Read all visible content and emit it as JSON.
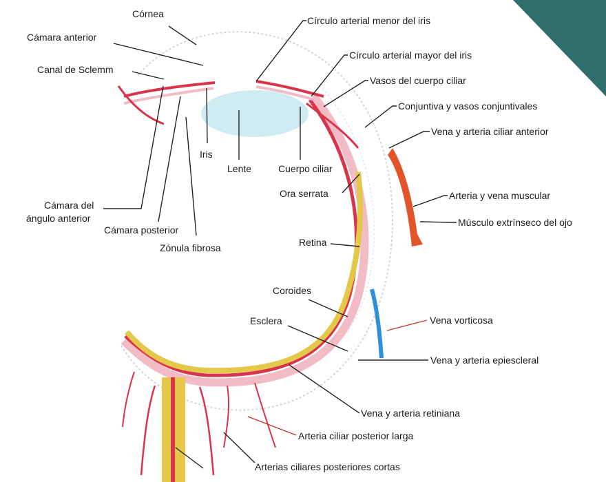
{
  "colors": {
    "background": "#ffffff",
    "corner_accent": "#2f6e6c",
    "vessel_red": "#d8344b",
    "retina_yellow": "#e3c84a",
    "vein_blue": "#2f8fd8",
    "muscle_orange": "#e2552a",
    "lens_cyan": "#bfe5ef"
  },
  "labels": {
    "cornea": "Córnea",
    "anterior_chamber": "Cámara anterior",
    "schlemm_canal": "Canal de Sclemm",
    "minor_arterial_circle": "Círculo arterial menor del iris",
    "major_arterial_circle": "Círculo arterial mayor del iris",
    "ciliary_body_vessels": "Vasos del cuerpo ciliar",
    "conjunctiva": "Conjuntiva y vasos conjuntivales",
    "anterior_ciliary": "Vena y arteria ciliar anterior",
    "iris": "Iris",
    "lens": "Lente",
    "ciliary_body": "Cuerpo ciliar",
    "ora_serrata": "Ora serrata",
    "muscular_artery": "Arteria y vena muscular",
    "extrinsic_muscle": "Músculo extrínseco del ojo",
    "anterior_angle_chamber_1": "Cámara del",
    "anterior_angle_chamber_2": "ángulo anterior",
    "posterior_chamber": "Cámara posterior",
    "zonule": "Zónula fibrosa",
    "retina": "Retina",
    "choroid": "Coroides",
    "sclera": "Esclera",
    "vortex_vein": "Vena vorticosa",
    "episcleral": "Vena y arteria epiescleral",
    "retinal_vessels": "Vena y arteria retiniana",
    "long_posterior_ciliary": "Arteria ciliar posterior larga",
    "short_posterior_ciliary": "Arterias ciliares posteriores cortas"
  }
}
